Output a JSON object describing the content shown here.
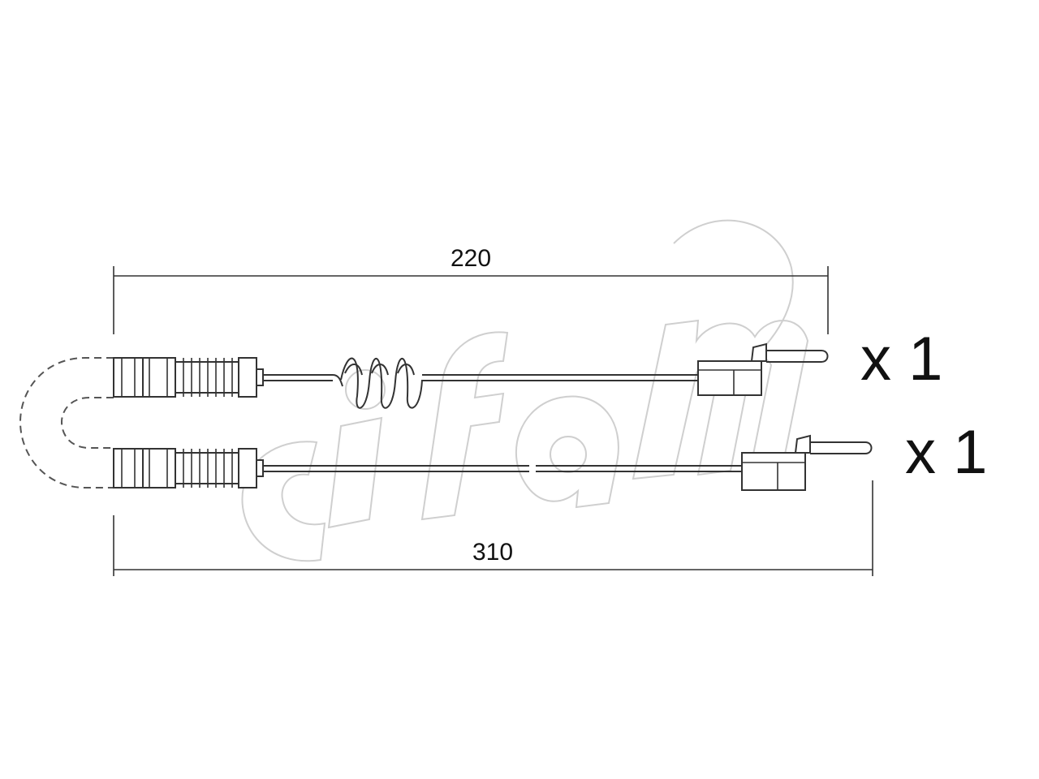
{
  "dimensions": {
    "top_length": "220",
    "bottom_length": "310"
  },
  "quantities": {
    "top": "x 1",
    "bottom": "x 1"
  },
  "watermark": {
    "icon": "cifam-watermark-icon"
  },
  "colors": {
    "line": "#333333",
    "watermark": "#cfcfcf"
  }
}
